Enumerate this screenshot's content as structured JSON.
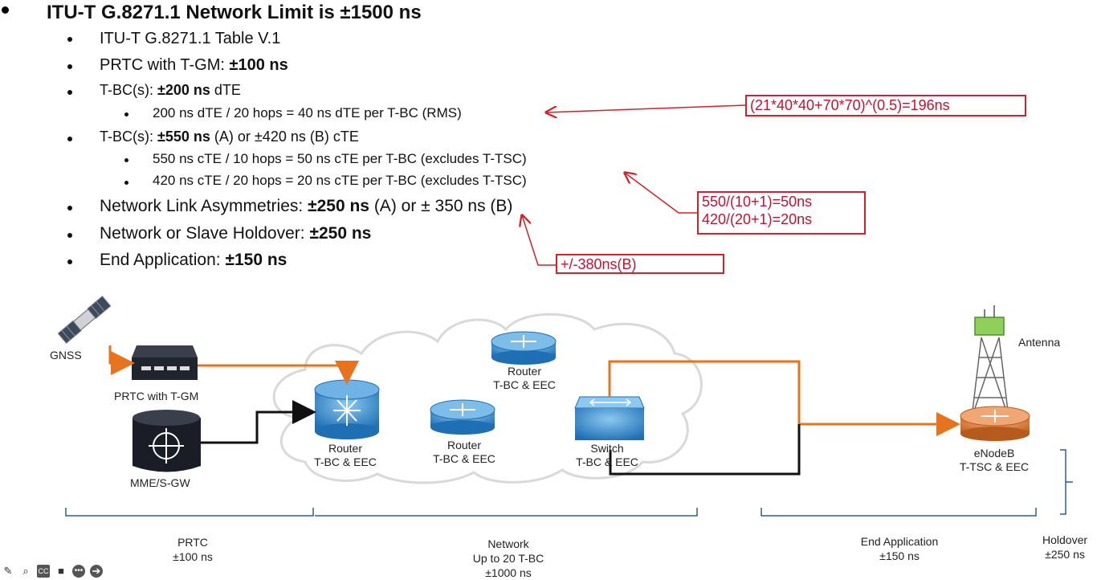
{
  "slide": {
    "title": "ITU-T G.8271.1 Network Limit is ±1500 ns",
    "bullets": [
      {
        "pre": "ITU-T G.8271.1 Table V.1",
        "bold": "",
        "post": ""
      },
      {
        "pre": "PRTC with T-GM: ",
        "bold": "±100 ns",
        "post": ""
      },
      {
        "pre": "T-BC(s): ",
        "bold": "±200 ns",
        "post": " dTE"
      },
      {
        "pre": "200 ns dTE / 20 hops = 40 ns dTE per T-BC (RMS)"
      },
      {
        "pre": "T-BC(s): ",
        "bold": "±550 ns",
        "post": " (A) or ±420 ns (B) cTE"
      },
      {
        "pre": "550 ns cTE / 10 hops = 50 ns cTE per T-BC (excludes T-TSC)"
      },
      {
        "pre": "420 ns cTE / 20 hops = 20 ns cTE per T-BC (excludes T-TSC)"
      },
      {
        "pre": "Network Link Asymmetries: ",
        "bold": "±250 ns",
        "post": " (A) or ± 350 ns (B)"
      },
      {
        "pre": "Network or Slave Holdover: ",
        "bold": "±250 ns",
        "post": ""
      },
      {
        "pre": "End Application: ",
        "bold": "±150 ns",
        "post": ""
      }
    ]
  },
  "annotations": {
    "rms": "(21*40*40+70*70)^(0.5)=196ns",
    "cte_a": "550/(10+1)=50ns",
    "cte_b": "420/(20+1)=20ns",
    "asym": "+/-380ns(B)"
  },
  "diagram": {
    "gnss": "GNSS",
    "prtc": "PRTC with T-GM",
    "mme": "MME/S-GW",
    "router1": [
      "Router",
      "T-BC & EEC"
    ],
    "router2": [
      "Router",
      "T-BC & EEC"
    ],
    "router3": [
      "Router",
      "T-BC & EEC"
    ],
    "switch": [
      "Switch",
      "T-BC & EEC"
    ],
    "antenna": "Antenna",
    "enodeb": [
      "eNodeB",
      "T-TSC & EEC"
    ]
  },
  "brackets": {
    "prtc": [
      "PRTC",
      "±100 ns"
    ],
    "network": [
      "Network",
      "Up to 20 T-BC",
      "±1000 ns"
    ],
    "endapp": [
      "End Application",
      "±150 ns"
    ],
    "holdover": [
      "Holdover",
      "±250 ns"
    ]
  },
  "toolbar": {
    "icons": [
      "pen-icon",
      "search-icon",
      "cc-icon",
      "camera-icon",
      "more-icon",
      "next-icon"
    ]
  },
  "colors": {
    "red": "#d4202a",
    "orange": "#e8731f",
    "blue": "#3f93d6",
    "bracket": "#2c5aa0"
  }
}
